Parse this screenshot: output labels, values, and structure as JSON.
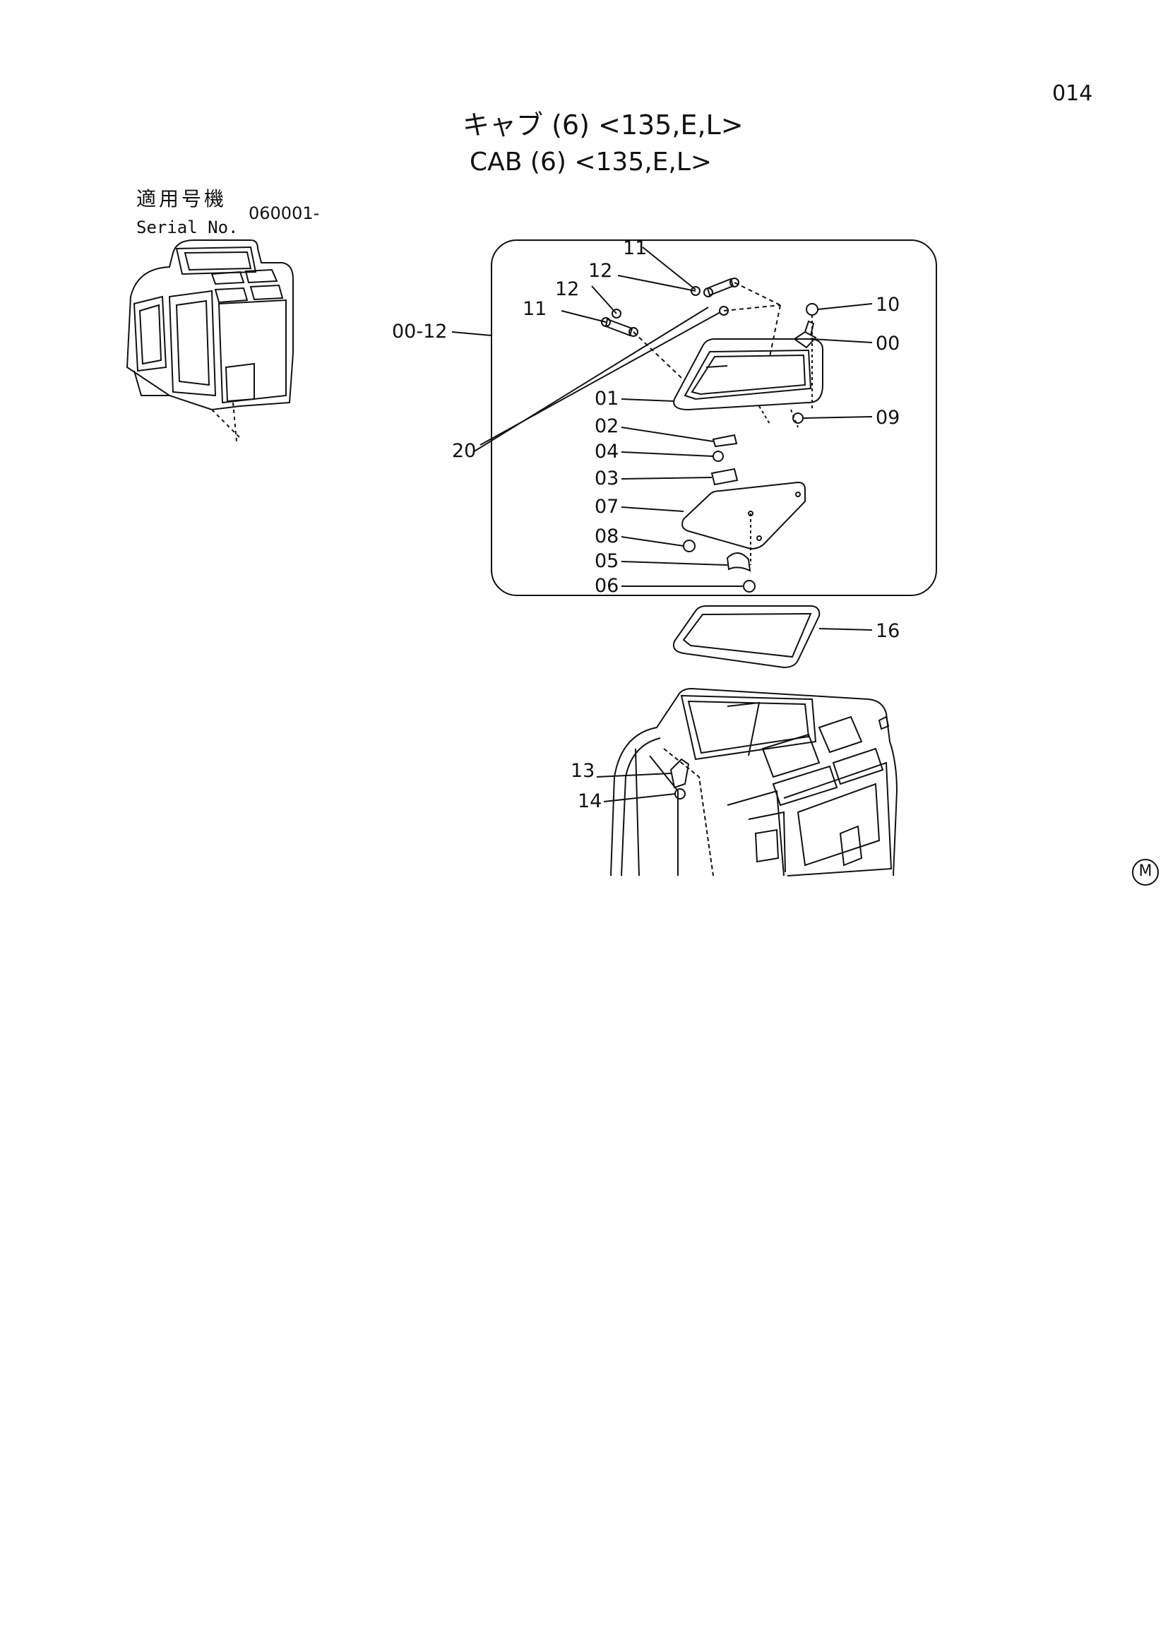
{
  "page_number": "014",
  "title": {
    "japanese": "キャブ (6) <135,E,L>",
    "english": "CAB (6) <135,E,L>"
  },
  "serial": {
    "label_japanese": "適用号機",
    "label_english": "Serial No.",
    "value": "060001-"
  },
  "callouts": {
    "c11a": "11",
    "c12a": "12",
    "c12b": "12",
    "c11b": "11",
    "c10": "10",
    "c00": "00",
    "c0012": "00-12",
    "c01": "01",
    "c09": "09",
    "c02": "02",
    "c20": "20",
    "c04": "04",
    "c03": "03",
    "c07": "07",
    "c08": "08",
    "c05": "05",
    "c06": "06",
    "c16": "16",
    "c13": "13",
    "c14": "14"
  },
  "corner_mark": "M"
}
